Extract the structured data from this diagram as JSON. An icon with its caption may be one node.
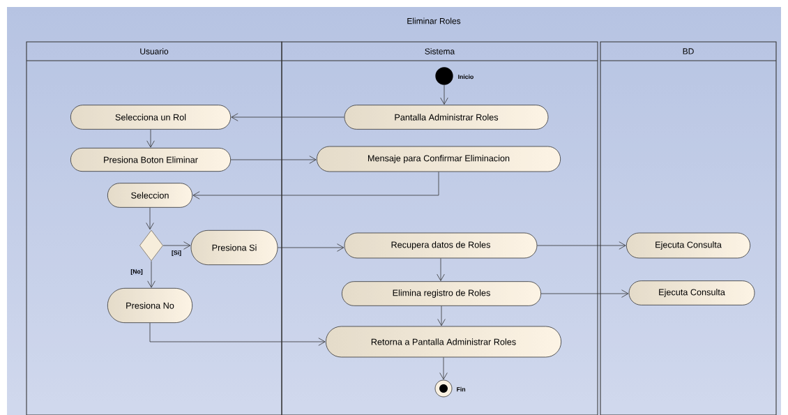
{
  "diagram": {
    "title": "Eliminar Roles",
    "nodes": [
      {
        "text": [
          "Usuario"
        ]
      },
      {
        "text": [
          "Sistema"
        ]
      },
      {
        "text": [
          "BD"
        ]
      },
      {
        "text": [],
        "shape": "circle",
        "beside": [
          "Inicio"
        ],
        "in": 1
      },
      {
        "text": [
          "Pantalla Administrar Roles"
        ],
        "in": 1
      },
      {
        "text": [
          "Selecciona un Rol"
        ],
        "in": 0
      },
      {
        "text": [
          "Presiona Boton Eliminar"
        ],
        "in": 0
      },
      {
        "text": [
          "Mensaje para Confirmar Eliminacion"
        ],
        "in": 1
      },
      {
        "text": [
          "Seleccion"
        ],
        "in": 0
      },
      {
        "text": [],
        "shape": "diamond",
        "in": 0
      },
      {
        "text": [
          "Presiona Si"
        ],
        "in": 0
      },
      {
        "text": [
          "Recupera datos de Roles"
        ],
        "in": 1
      },
      {
        "text": [
          "Ejecuta Consulta"
        ],
        "in": 2
      },
      {
        "text": [
          "Presiona No"
        ],
        "in": 0
      },
      {
        "text": [
          "Elimina registro de Roles"
        ],
        "in": 1
      },
      {
        "text": [
          "Ejecuta Consulta"
        ],
        "in": 2
      },
      {
        "text": [
          "Retorna a Pantalla Administrar Roles"
        ],
        "in": 1
      },
      {
        "text": [],
        "shape": "bullseye",
        "beside": [
          "Fin"
        ],
        "in": 1
      }
    ],
    "edges": [
      {
        "from": 3,
        "to": 4,
        "arrow": "to"
      },
      {
        "from": 4,
        "to": 5,
        "arrow": "to"
      },
      {
        "from": 5,
        "to": 6,
        "arrow": "to"
      },
      {
        "from": 6,
        "to": 7,
        "arrow": "to"
      },
      {
        "from": 7,
        "to": 8,
        "arrow": "to"
      },
      {
        "from": 8,
        "to": 9,
        "arrow": "to"
      },
      {
        "from": 9,
        "to": 10,
        "arrow": "to",
        "label": "[Si]"
      },
      {
        "from": 9,
        "to": 13,
        "arrow": "to",
        "label": "[No]"
      },
      {
        "from": 10,
        "to": 11,
        "arrow": "to"
      },
      {
        "from": 11,
        "to": 12,
        "arrow": "to"
      },
      {
        "from": 11,
        "to": 14,
        "arrow": "to"
      },
      {
        "from": 14,
        "to": 15,
        "arrow": "to"
      },
      {
        "from": 14,
        "to": 16,
        "arrow": "to"
      },
      {
        "from": 13,
        "to": 16,
        "arrow": "to"
      },
      {
        "from": 16,
        "to": 17,
        "arrow": "to"
      }
    ]
  }
}
